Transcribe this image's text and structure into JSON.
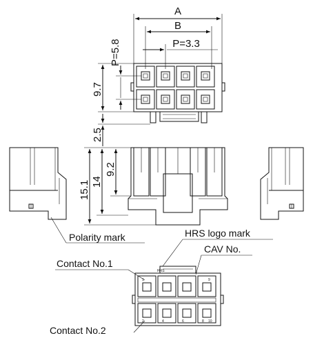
{
  "dimensions": {
    "A": "A",
    "B": "B",
    "pitch_row": "P=5.8",
    "pitch_col": "P=3.3",
    "height_top": "9.7",
    "offset": "2.5",
    "height_total": "15.1",
    "height_body": "14",
    "height_inner": "9.2"
  },
  "notes": {
    "polarity_mark": "Polarity mark",
    "hrs_logo_mark": "HRS logo mark",
    "cav_no": "CAV No.",
    "contact_no_1": "Contact No.1",
    "contact_no_2": "Contact No.2",
    "logo_text": "HRS"
  },
  "cavity_numbers_top": [
    "1",
    "",
    "",
    "",
    "9"
  ],
  "cavity_numbers_bottom": [
    "2",
    "4",
    "6",
    "8",
    "10"
  ]
}
